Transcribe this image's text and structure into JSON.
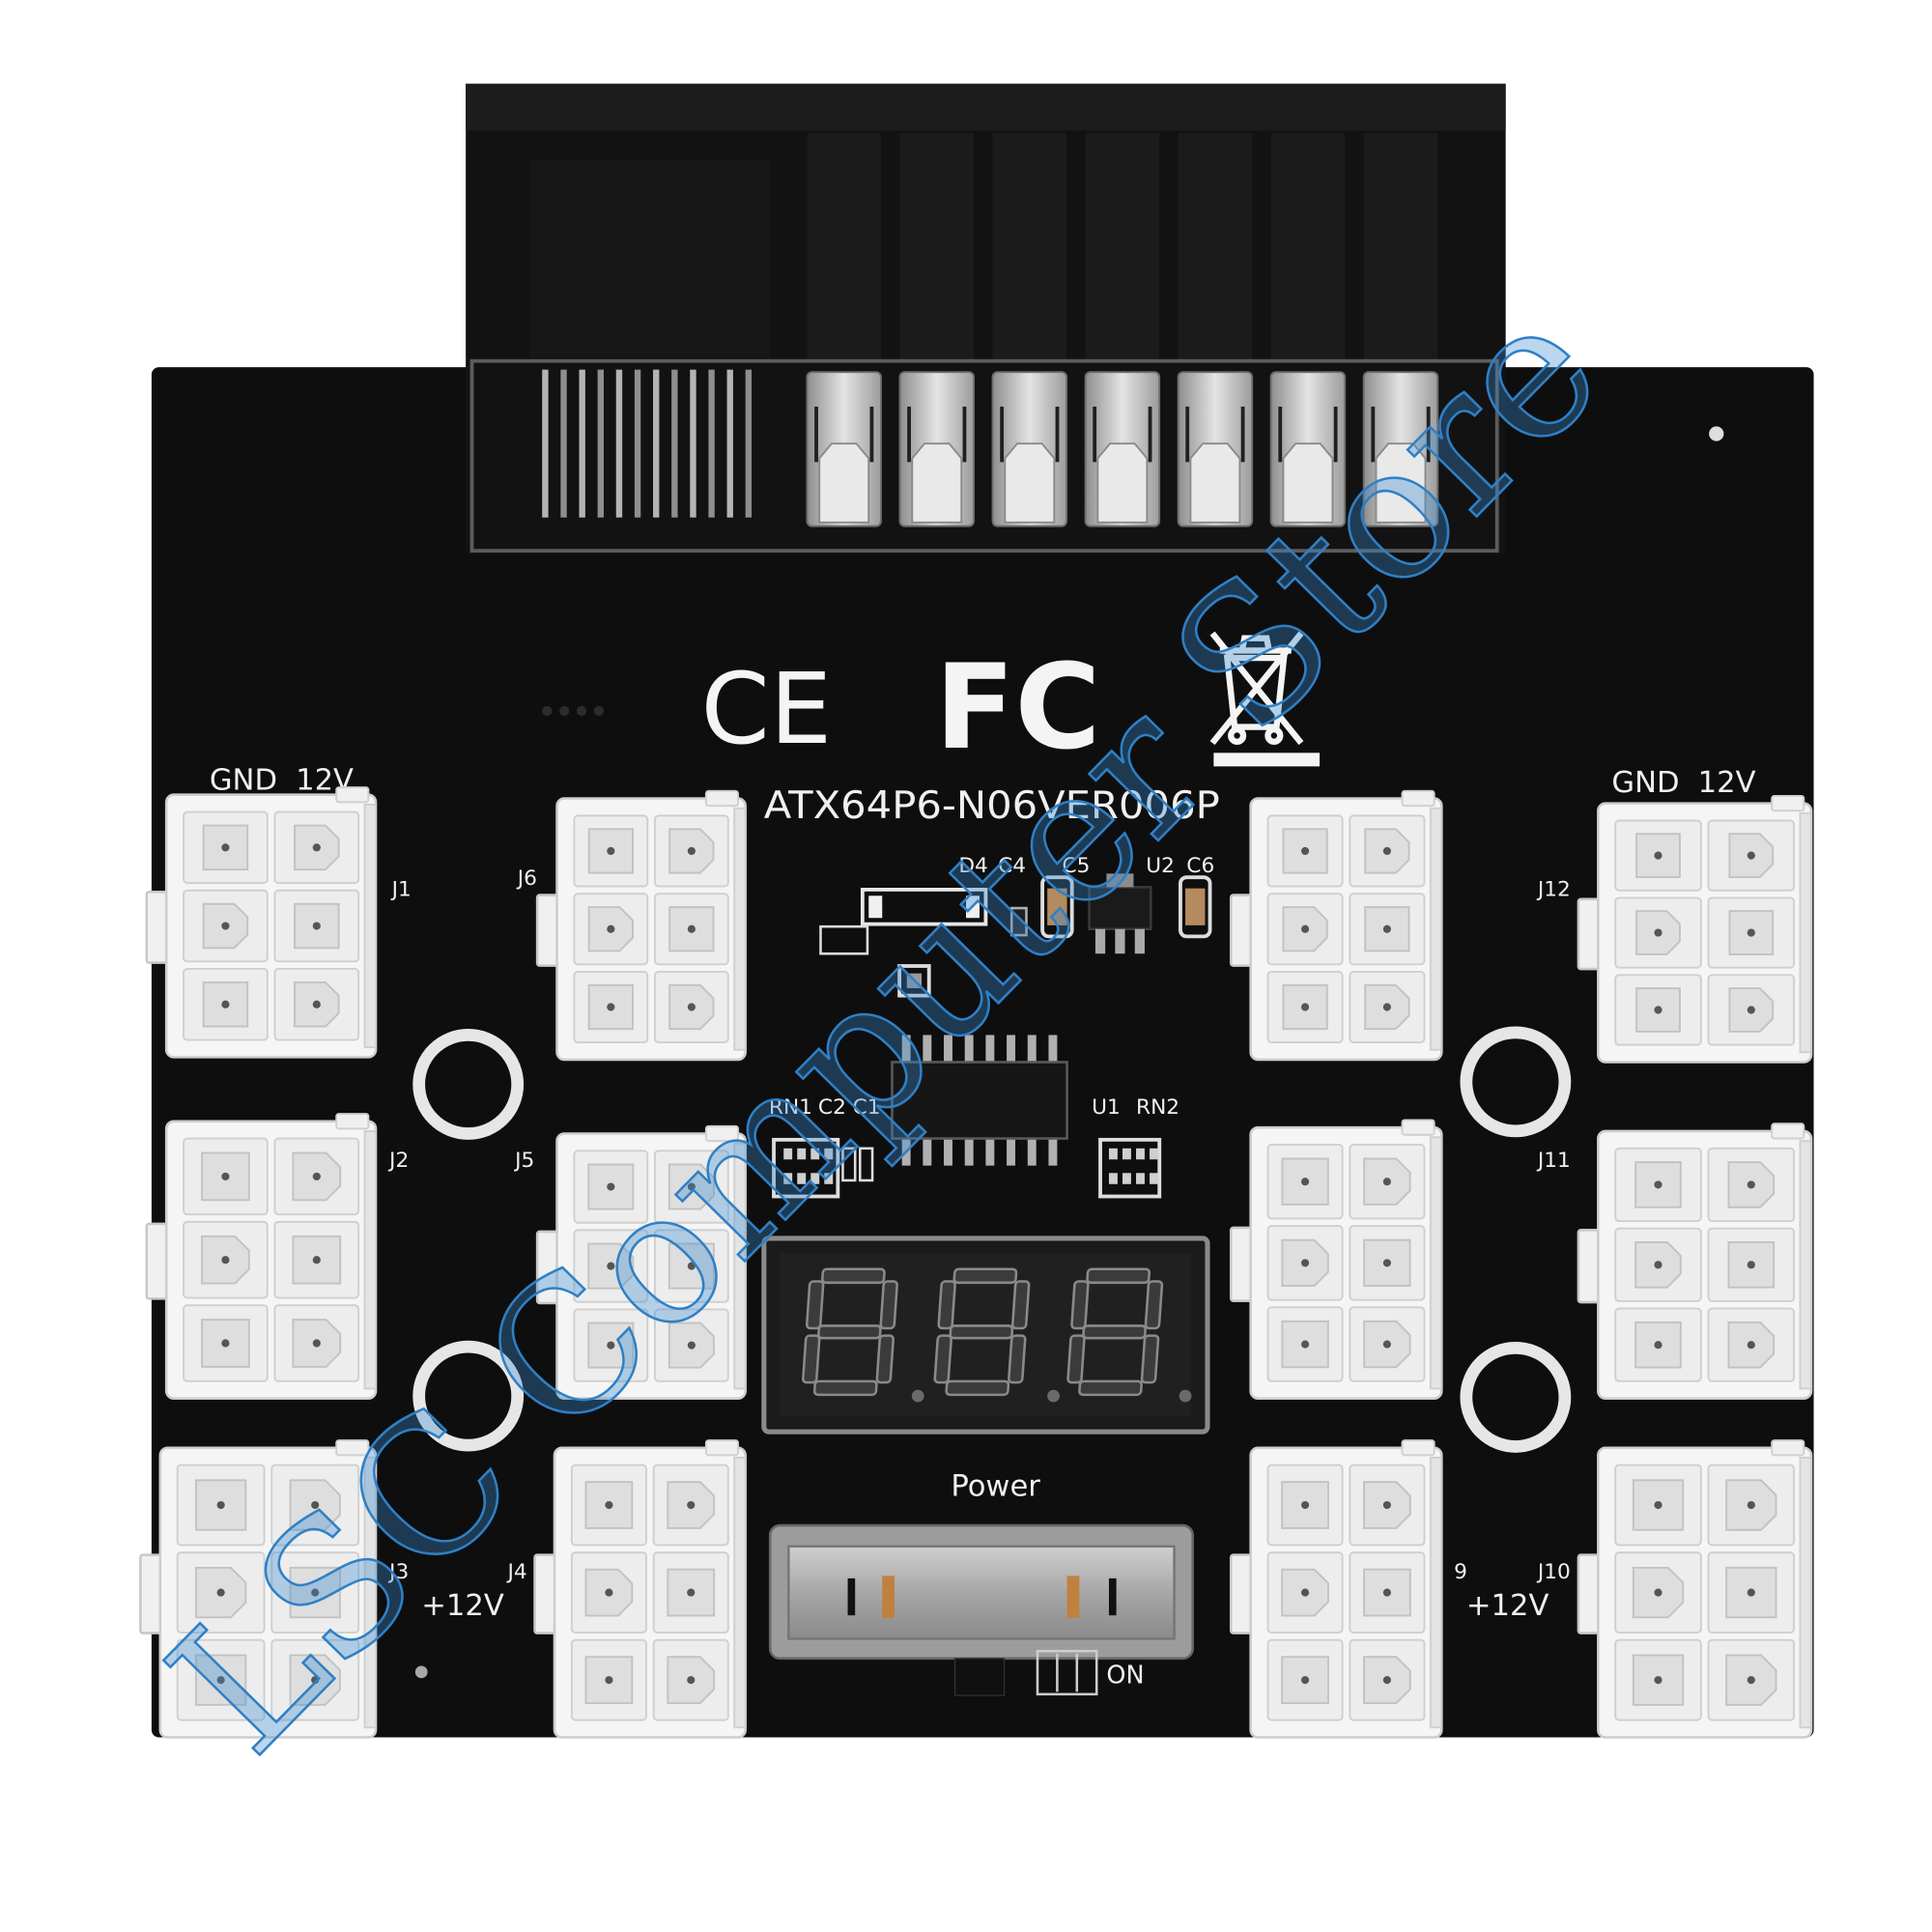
{
  "watermark": "LSC Computer Store",
  "silkscreen": {
    "ce_mark": "CE",
    "fcc_mark": "FC",
    "model": "ATX64P6-N06VER006P",
    "gnd_left": "GND",
    "v12_left": "12V",
    "gnd_right": "GND",
    "v12_right": "12V",
    "plus12v_left": "+12V",
    "plus12v_right": "+12V",
    "power": "Power",
    "on": "ON",
    "components": {
      "d4": "D4",
      "c4": "C4",
      "c5": "C5",
      "u2": "U2",
      "c6": "C6",
      "rn1": "RN1",
      "c2": "C2",
      "c1": "C1",
      "u1": "U1",
      "rn2": "RN2"
    }
  },
  "connectors": [
    {
      "label": "J1"
    },
    {
      "label": "J6"
    },
    {},
    {
      "label": "J12"
    },
    {
      "label": "J2"
    },
    {
      "label": "J5"
    },
    {},
    {
      "label": "J11"
    },
    {
      "label": "J3"
    },
    {
      "label": "J4"
    },
    {
      "label": "9"
    },
    {
      "label": "J10"
    }
  ],
  "colors": {
    "pcb": "#0e0e0e",
    "connector_housing": "#f5f5f5",
    "silkscreen": "#f0f0f0",
    "watermark": "#2f80c6",
    "switch_metal": "#a8a8a8"
  }
}
